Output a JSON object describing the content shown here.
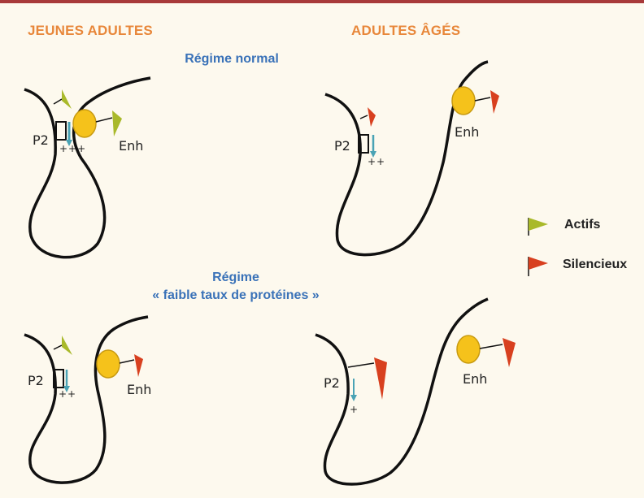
{
  "headings": {
    "young": "JEUNES ADULTES",
    "old": "ADULTES ÂGÉS"
  },
  "regimes": {
    "normal": "Régime normal",
    "low_protein_line1": "Régime",
    "low_protein_line2": "« faible taux de protéines »"
  },
  "labels": {
    "promoter": "P2",
    "enhancer": "Enh"
  },
  "expression": {
    "young_normal": "+++",
    "old_normal": "++",
    "young_low": "++",
    "old_low": "+"
  },
  "legend": {
    "active": "Actifs",
    "silent": "Silencieux"
  },
  "colors": {
    "active": "#a9b92a",
    "silent": "#d8401f",
    "enhancer": "#f5c21b",
    "arrow": "#4aa3b5",
    "bar": "#a83a3a"
  }
}
